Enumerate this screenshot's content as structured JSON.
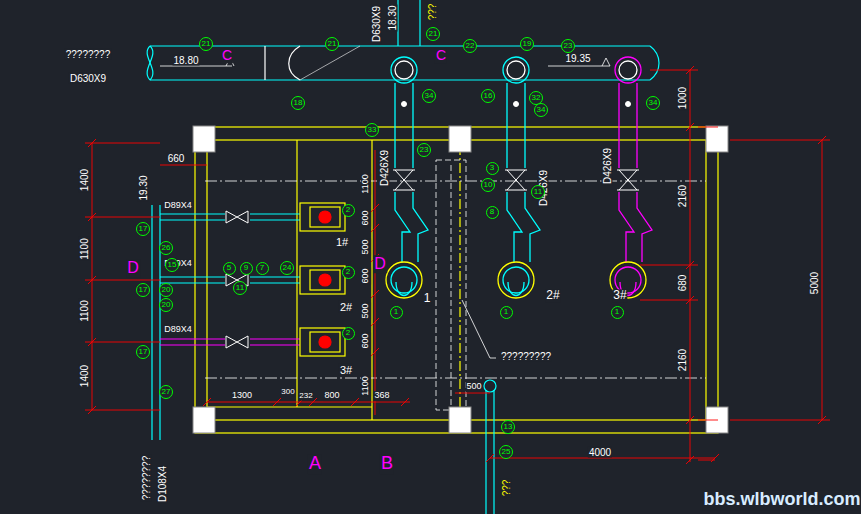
{
  "diagram": {
    "nodes": [
      {
        "text": [
          "21"
        ]
      },
      {
        "text": [
          "21"
        ]
      },
      {
        "text": [
          "21"
        ]
      },
      {
        "text": [
          "22"
        ]
      },
      {
        "text": [
          "19"
        ]
      },
      {
        "text": [
          "23"
        ]
      },
      {
        "text": [
          "34"
        ]
      },
      {
        "text": [
          "16"
        ]
      },
      {
        "text": [
          "32"
        ]
      },
      {
        "text": [
          "18"
        ]
      },
      {
        "text": [
          "34"
        ]
      },
      {
        "text": [
          "34"
        ]
      },
      {
        "text": [
          "33"
        ]
      },
      {
        "text": [
          "23"
        ]
      },
      {
        "text": [
          "3"
        ]
      },
      {
        "text": [
          "10"
        ]
      },
      {
        "text": [
          "11"
        ]
      },
      {
        "text": [
          "2"
        ]
      },
      {
        "text": [
          "8"
        ]
      },
      {
        "text": [
          "17"
        ]
      },
      {
        "text": [
          "26"
        ]
      },
      {
        "text": [
          "15"
        ]
      },
      {
        "text": [
          "5"
        ]
      },
      {
        "text": [
          "9"
        ]
      },
      {
        "text": [
          "7"
        ]
      },
      {
        "text": [
          "24"
        ]
      },
      {
        "text": [
          "2"
        ]
      },
      {
        "text": [
          "11"
        ]
      },
      {
        "text": [
          "17"
        ]
      },
      {
        "text": [
          "20"
        ]
      },
      {
        "text": [
          "20"
        ]
      },
      {
        "text": [
          "1"
        ]
      },
      {
        "text": [
          "1"
        ]
      },
      {
        "text": [
          "1"
        ]
      },
      {
        "text": [
          "2"
        ]
      },
      {
        "text": [
          "17"
        ]
      },
      {
        "text": [
          "27"
        ]
      },
      {
        "text": [
          "13"
        ]
      },
      {
        "text": [
          "25"
        ]
      }
    ],
    "labels": [
      "????????",
      "18.80",
      "C",
      "D630X9",
      "D630X9",
      "18.30",
      "???",
      "C",
      "19.35",
      "1000",
      "1400",
      "660",
      "19.30",
      "D89X4",
      "D89X4",
      "D89X4",
      "1100",
      "D",
      "1100",
      "1400",
      "2160",
      "680",
      "2160",
      "5000",
      "D426X9",
      "D426X9",
      "D426X9",
      "1#",
      "2#",
      "3#",
      "1",
      "2#",
      "3#",
      "?????????",
      "1300",
      "300",
      "232",
      "800",
      "368",
      "500",
      "4000",
      "A",
      "B",
      "????????",
      "D108X4",
      "1100",
      "600",
      "500",
      "600",
      "500",
      "600",
      "1100",
      "D",
      "???",
      "bbs.wlbworld.com"
    ]
  }
}
